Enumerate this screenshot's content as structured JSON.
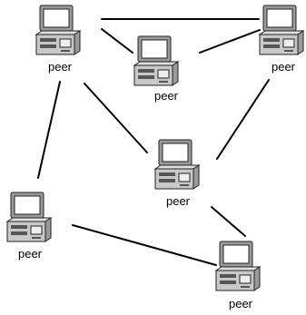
{
  "diagram": {
    "colors": {
      "line": "#000000",
      "monitor_frame": "#9a9a9a",
      "screen": "#ffffff",
      "case_body": "#c8c8c8",
      "outline": "#222222"
    },
    "nodes": [
      {
        "id": "peer-top-left",
        "label": "peer",
        "icon": "desktop-computer-icon"
      },
      {
        "id": "peer-top-center",
        "label": "peer",
        "icon": "desktop-computer-icon"
      },
      {
        "id": "peer-top-right",
        "label": "peer",
        "icon": "desktop-computer-icon"
      },
      {
        "id": "peer-center",
        "label": "peer",
        "icon": "desktop-computer-icon"
      },
      {
        "id": "peer-bottom-left",
        "label": "peer",
        "icon": "desktop-computer-icon"
      },
      {
        "id": "peer-bottom-right",
        "label": "peer",
        "icon": "desktop-computer-icon"
      }
    ],
    "edges": [
      {
        "from": "peer-top-left",
        "to": "peer-top-right"
      },
      {
        "from": "peer-top-left",
        "to": "peer-top-center"
      },
      {
        "from": "peer-top-center",
        "to": "peer-top-right"
      },
      {
        "from": "peer-top-left",
        "to": "peer-bottom-left"
      },
      {
        "from": "peer-top-left",
        "to": "peer-center"
      },
      {
        "from": "peer-top-right",
        "to": "peer-center"
      },
      {
        "from": "peer-center",
        "to": "peer-bottom-right"
      },
      {
        "from": "peer-bottom-left",
        "to": "peer-bottom-right"
      }
    ]
  }
}
